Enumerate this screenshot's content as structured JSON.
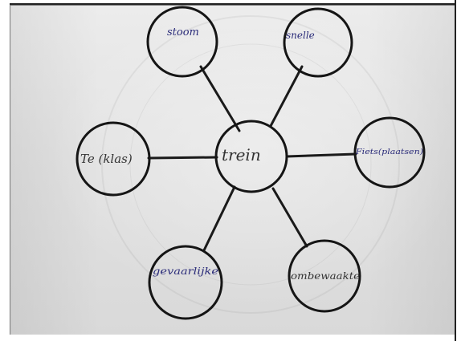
{
  "diagram": {
    "center": {
      "label": "trein"
    },
    "nodes": [
      {
        "id": "top-left",
        "label": "stoom"
      },
      {
        "id": "top-right",
        "label": "snelle"
      },
      {
        "id": "mid-left",
        "label": "Te (klas)"
      },
      {
        "id": "mid-right",
        "label": "Fiets(plaatsen)"
      },
      {
        "id": "bottom-left",
        "label": "gevaarlijke"
      },
      {
        "id": "bottom-right",
        "label": "ombewaakte"
      }
    ],
    "colors": {
      "ink": "#2b2c7a",
      "lines": "#1a1a1a",
      "paper": "#e4e4e4"
    }
  }
}
